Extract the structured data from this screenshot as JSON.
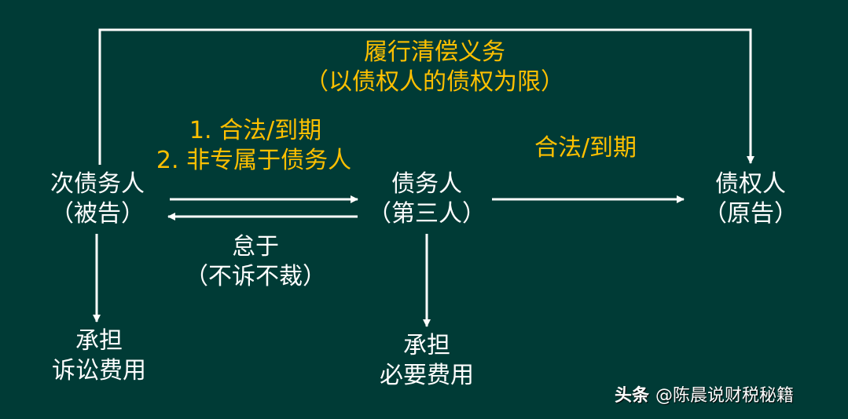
{
  "colors": {
    "background": "#003b36",
    "node_text": "#ffffff",
    "label_text": "#ffc000",
    "arrows": "#ffffff"
  },
  "nodes": {
    "secondary_debtor": {
      "name": "次债务人",
      "role": "（被告）"
    },
    "debtor": {
      "name": "债务人",
      "role": "（第三人）"
    },
    "creditor": {
      "name": "债权人",
      "role": "（原告）"
    },
    "secondary_debtor_cost": {
      "line1": "承担",
      "line2": "诉讼费用"
    },
    "creditor_cost": {
      "line1": "承担",
      "line2": "必要费用"
    }
  },
  "edges": {
    "top_bracket": {
      "line1": "履行清偿义务",
      "line2": "（以债权人的债权为限）"
    },
    "secondary_to_debtor": {
      "line1": "1. 合法/到期",
      "line2": "2. 非专属于债务人"
    },
    "debtor_to_secondary": {
      "line1": "怠于",
      "line2": "（不诉不裁）"
    },
    "debtor_to_creditor": {
      "label": "合法/到期"
    }
  },
  "watermark": {
    "brand": "头条",
    "handle": "@陈晨说财税秘籍"
  }
}
